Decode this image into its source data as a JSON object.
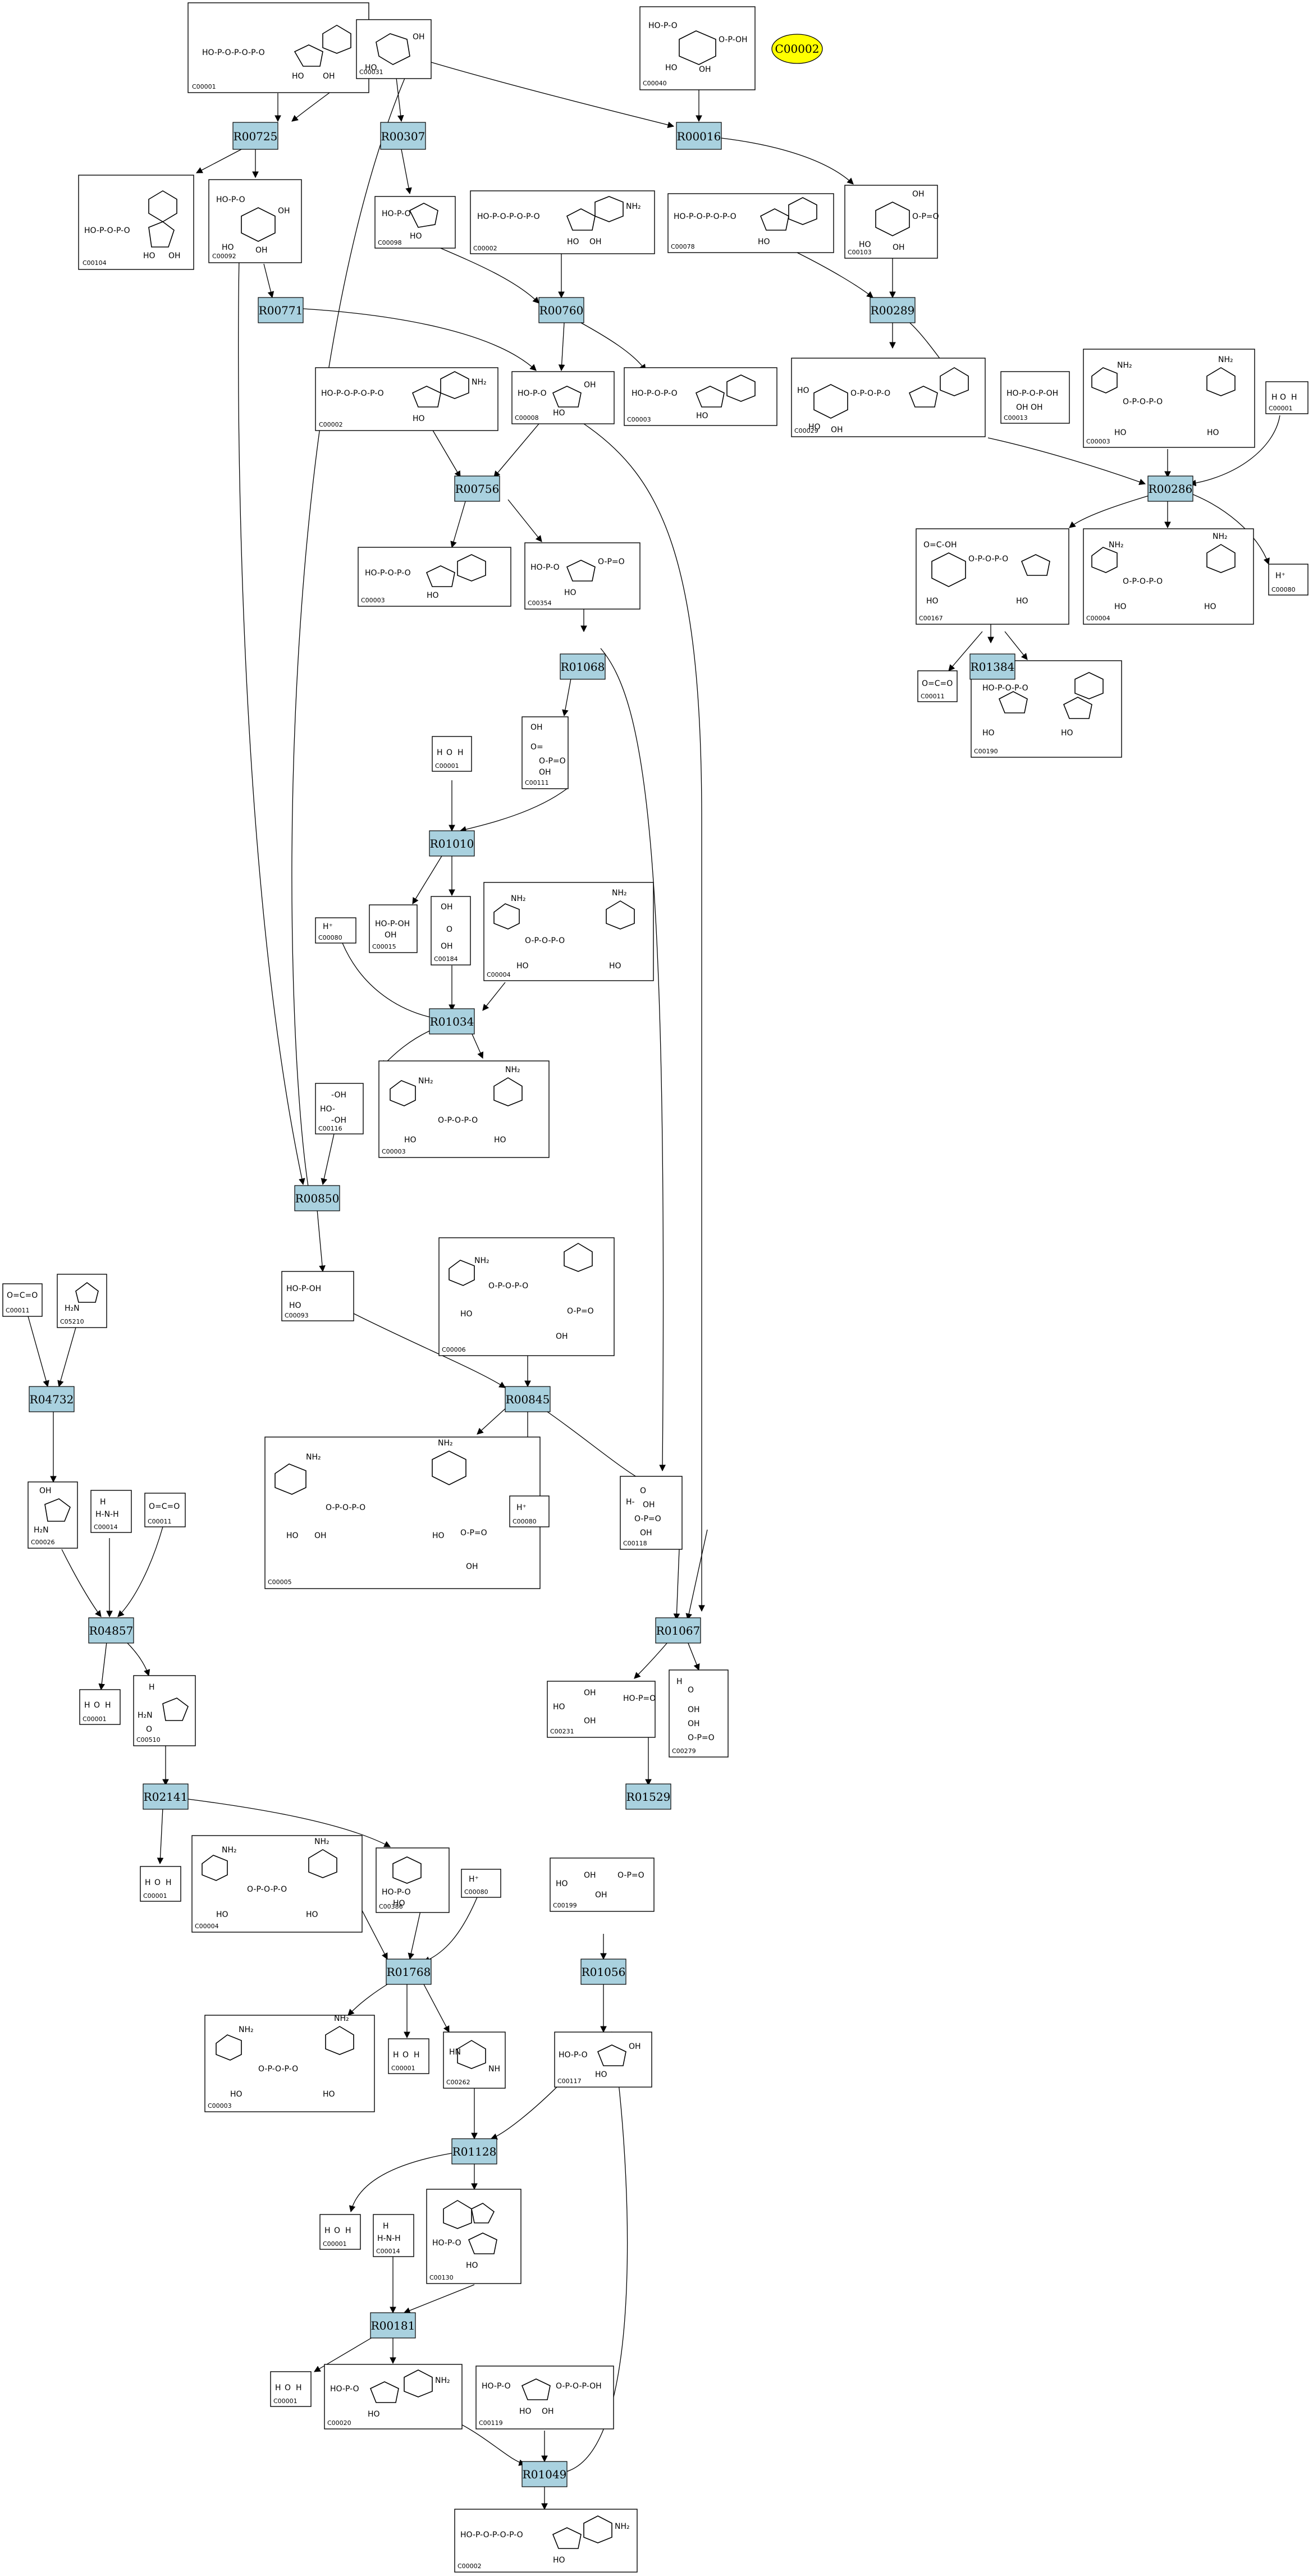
{
  "highlight": {
    "label": "C00002",
    "color": "#ffff00"
  },
  "colors": {
    "reaction_fill": "#a9d1df",
    "edge": "#000000"
  },
  "reactions": [
    "R00725",
    "R00307",
    "R00016",
    "R00771",
    "R00760",
    "R00289",
    "R00286",
    "R00756",
    "R01068",
    "R01384",
    "R01010",
    "R01034",
    "R00850",
    "R04732",
    "R00845",
    "R04857",
    "R01067",
    "R02141",
    "R01529",
    "R01768",
    "R01056",
    "R01128",
    "R00181",
    "R01049"
  ],
  "compounds": {
    "c1": "C00001",
    "c2": "C00031",
    "c3": "C00040",
    "c4": "C00104",
    "c5": "C00092",
    "c6": "C00098",
    "c7": "C00002",
    "c8": "C00078",
    "c9": "C00103",
    "c10": "C00002",
    "c11": "C00008",
    "c12": "C00003",
    "c13": "C00029",
    "c14": "C00013",
    "c15": "C00003",
    "c16": "C00001",
    "c17": "C00080",
    "c18": "C00167",
    "c19": "C00004",
    "c20": "C00003",
    "c21": "C00354",
    "c22": "C00011",
    "c23": "C00190",
    "c24": "C00001",
    "c25": "C00111",
    "c26": "C00080",
    "c27": "C00015",
    "c28": "C00184",
    "c29": "C00004",
    "c30": "C00116",
    "c31": "C00003",
    "c32": "C00011",
    "c33": "C05210",
    "c34": "C00093",
    "c35": "C00006",
    "c36": "C00014",
    "c37": "C00011",
    "c38": "C00026",
    "c39": "C00080",
    "c40": "C00005",
    "c41": "C00118",
    "c42": "C00001",
    "c43": "C00510",
    "c44": "C00231",
    "c45": "C00279",
    "c46": "C00001",
    "c47": "C00004",
    "c48": "C00386",
    "c49": "C00080",
    "c50": "C00199",
    "c51": "C00003",
    "c52": "C00001",
    "c53": "C00262",
    "c54": "C00117",
    "c55": "C00001",
    "c56": "C00014",
    "c57": "C00130",
    "c58": "C00001",
    "c59": "C00020",
    "c60": "C00119",
    "c61": "C00002"
  },
  "atom_labels": {
    "h2o_left": "H",
    "h2o_o": "O",
    "h2o_right": "H",
    "proton": "H⁺",
    "nh3": "H-N-H",
    "co2": "O=C=O"
  }
}
